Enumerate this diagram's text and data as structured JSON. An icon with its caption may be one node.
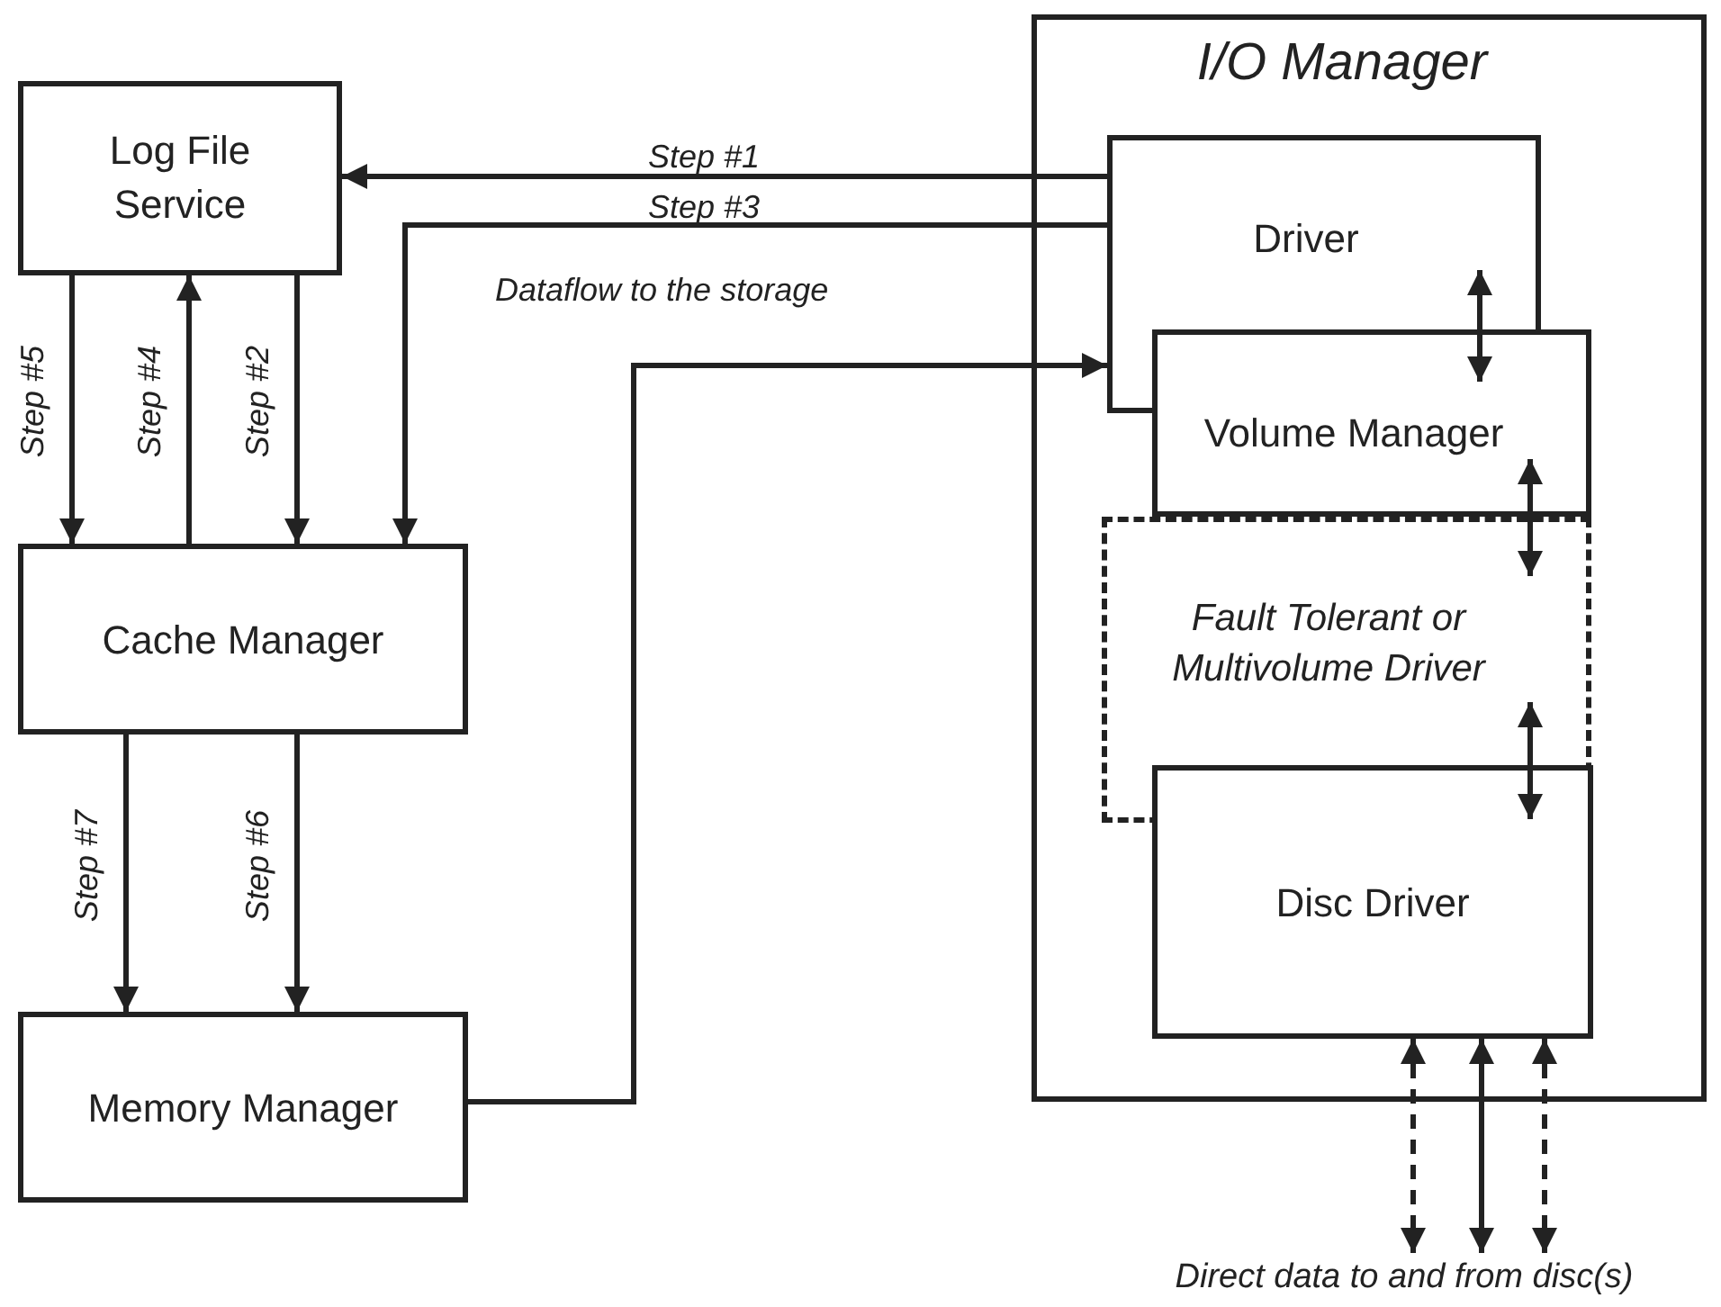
{
  "diagram": {
    "nodes": [
      {
        "text": [
          "Log File Service"
        ]
      },
      {
        "text": [
          "Cache Manager"
        ]
      },
      {
        "text": [
          "Memory Manager"
        ]
      },
      {
        "text": [
          "I/O Manager"
        ]
      },
      {
        "text": [
          "Driver"
        ],
        "in": 3
      },
      {
        "text": [
          "Volume Manager"
        ],
        "in": 3
      },
      {
        "text": [
          "Fault Tolerant or Multivolume Driver"
        ],
        "in": 3
      },
      {
        "text": [
          "Disc Driver"
        ],
        "in": 3
      },
      {
        "text": [
          "Direct data to and from disc(s)"
        ]
      }
    ],
    "edges": [
      {
        "from": 4,
        "to": 0,
        "arrow": "to",
        "label": "Step #1"
      },
      {
        "from": 4,
        "to": 1,
        "arrow": "to",
        "label": "Step #3"
      },
      {
        "from": 0,
        "to": 1,
        "arrow": "to",
        "label": "Step #5"
      },
      {
        "from": 1,
        "to": 0,
        "arrow": "to",
        "label": "Step #4"
      },
      {
        "from": 0,
        "to": 1,
        "arrow": "to",
        "label": "Step #2"
      },
      {
        "from": 1,
        "to": 2,
        "arrow": "to",
        "label": "Step #7"
      },
      {
        "from": 1,
        "to": 2,
        "arrow": "to",
        "label": "Step #6"
      },
      {
        "from": 2,
        "to": 4,
        "arrow": "to",
        "label": "Dataflow to the storage"
      },
      {
        "from": 4,
        "to": 5,
        "arrow": "both"
      },
      {
        "from": 5,
        "to": 6,
        "arrow": "both"
      },
      {
        "from": 6,
        "to": 7,
        "arrow": "both"
      },
      {
        "from": 7,
        "to": 8,
        "arrow": "both",
        "style": "dashed"
      },
      {
        "from": 7,
        "to": 8,
        "arrow": "both"
      },
      {
        "from": 7,
        "to": 8,
        "arrow": "both",
        "style": "dashed"
      }
    ]
  }
}
